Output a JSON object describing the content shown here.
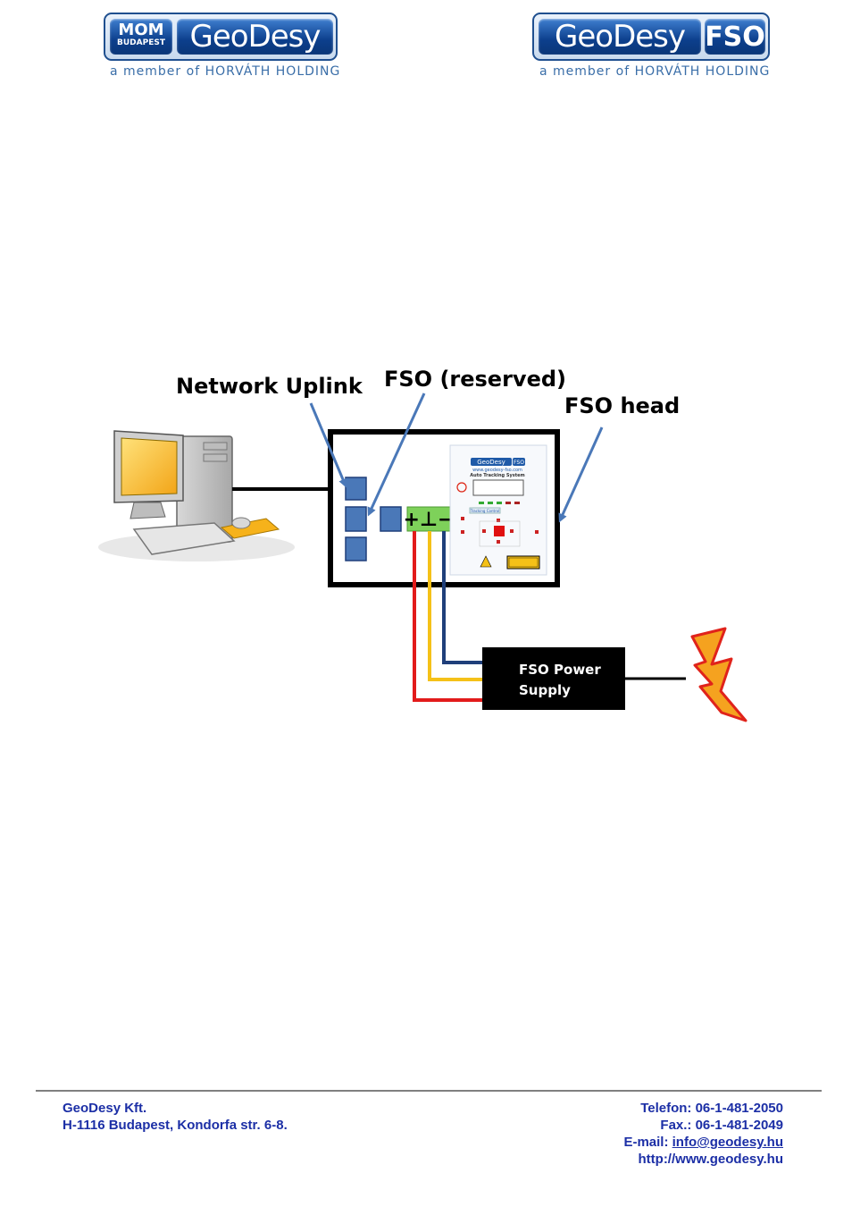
{
  "header": {
    "left_logo": {
      "mom_line1": "MOM",
      "mom_line2": "BUDAPEST",
      "brand": "GeoDesy",
      "tagline": "a member of HORVÁTH HOLDING"
    },
    "right_logo": {
      "brand": "GeoDesy",
      "badge": "FSO",
      "tagline": "a member of HORVÁTH HOLDING"
    }
  },
  "diagram": {
    "label_network_uplink": "Network Uplink",
    "label_fso_reserved": "FSO (reserved)",
    "label_fso_head": "FSO head",
    "power_supply_label_line1": "FSO Power",
    "power_supply_label_line2": "Supply",
    "terminal_label": "+⊥−",
    "panel": {
      "brand": "GeoDesy",
      "badge": "FSO",
      "url": "www.geodesy-fso.com",
      "title": "Auto Tracking System",
      "section": "Tracking Control"
    },
    "colors": {
      "red_wire": "#e21b1b",
      "yellow_wire": "#f5c118",
      "blue_wire": "#1f3f7a",
      "port": "#4a78b8",
      "terminal": "#7ed15a",
      "bolt": "#f5891f"
    }
  },
  "footer": {
    "company": "GeoDesy Kft.",
    "address": "H-1116 Budapest, Kondorfa str. 6-8.",
    "phone": "Telefon: 06-1-481-2050",
    "fax": "Fax.: 06-1-481-2049",
    "email_label": "E-mail: ",
    "email": "info@geodesy.hu",
    "web": "http://www.geodesy.hu"
  }
}
